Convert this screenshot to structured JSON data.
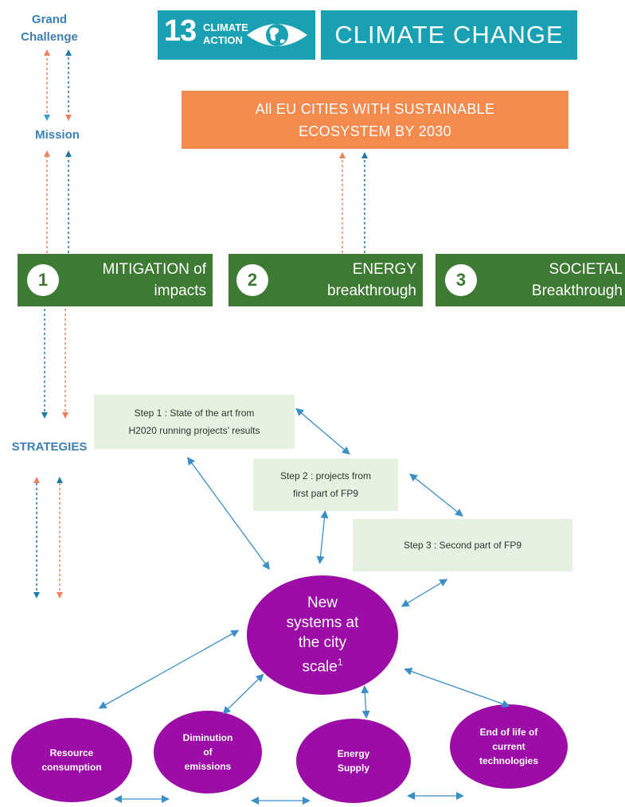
{
  "levels": {
    "grand_challenge": [
      "Grand",
      "Challenge"
    ],
    "mission": "Mission",
    "strategies": "STRATEGIES"
  },
  "sdg": {
    "number": "13",
    "label": [
      "CLIMATE",
      "ACTION"
    ],
    "color": "#19a1b3"
  },
  "challenge": {
    "title": "CLIMATE CHANGE"
  },
  "mission_box": {
    "lines": [
      "All EU CITIES WITH SUSTAINABLE",
      "ECOSYSTEM BY 2030"
    ],
    "color": "#f48a4e"
  },
  "pillars": [
    {
      "number": "1",
      "lines": [
        "MITIGATION of",
        "impacts"
      ]
    },
    {
      "number": "2",
      "lines": [
        "ENERGY",
        "breakthrough"
      ]
    },
    {
      "number": "3",
      "lines": [
        "SOCIETAL",
        "Breakthrough"
      ]
    }
  ],
  "pillar_color": "#3d7a32",
  "steps": [
    {
      "lines": [
        "Step 1 : State of the art from",
        "H2020 running projects’ results"
      ]
    },
    {
      "lines": [
        "Step 2 : projects from",
        "first part of FP9"
      ]
    },
    {
      "lines": [
        "Step 3 : Second part of FP9"
      ]
    }
  ],
  "step_color": "#e4f2df",
  "center_node": {
    "lines": [
      "New",
      "systems at",
      "the city",
      "scale"
    ],
    "superscript": "1",
    "color": "#9b0da6"
  },
  "outcomes": [
    {
      "lines": [
        "Resource",
        "consumption"
      ]
    },
    {
      "lines": [
        "Diminution",
        "of",
        "emissions"
      ]
    },
    {
      "lines": [
        "Energy",
        "Supply"
      ]
    },
    {
      "lines": [
        "End of life of",
        "current",
        "technologies"
      ]
    }
  ],
  "arrow_colors": {
    "orange": "#f07f5a",
    "blue": "#1d7ba8",
    "teal": "#3a9ecf"
  }
}
